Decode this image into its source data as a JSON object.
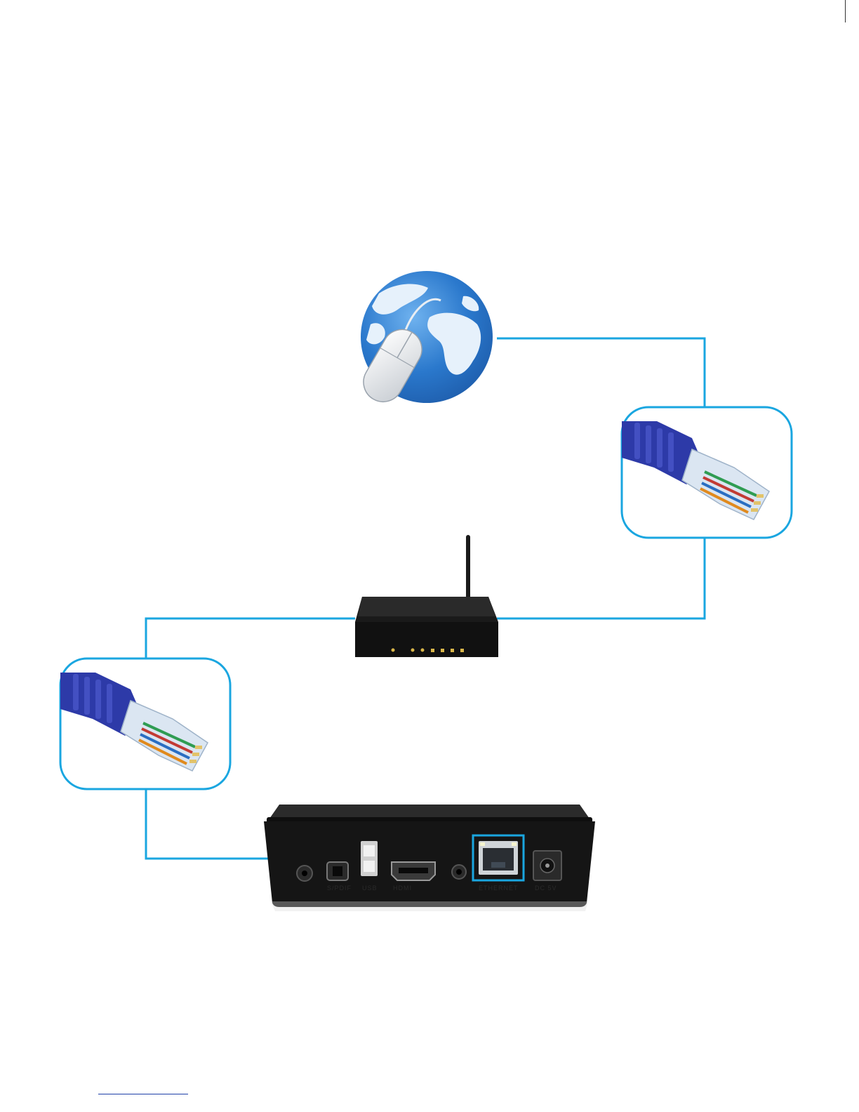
{
  "diagram": {
    "connector_color": "#1aa6e0",
    "nodes": [
      {
        "id": "internet",
        "icon": "globe-mouse-icon"
      },
      {
        "id": "cable-top",
        "icon": "ethernet-plug-icon"
      },
      {
        "id": "router",
        "icon": "wireless-router-icon"
      },
      {
        "id": "cable-bottom",
        "icon": "ethernet-plug-icon"
      },
      {
        "id": "set-top-box",
        "icon": "set-top-box-icon"
      }
    ],
    "edges": [
      {
        "from": "internet",
        "to": "cable-top"
      },
      {
        "from": "cable-top",
        "to": "router"
      },
      {
        "from": "router",
        "to": "cable-bottom"
      },
      {
        "from": "cable-bottom",
        "to": "set-top-box"
      }
    ],
    "box_ports": {
      "spdif": "S/PDIF",
      "usb": "USB",
      "hdmi": "HDMI",
      "ethernet": "ETHERNET",
      "dc": "DC 5V"
    }
  }
}
